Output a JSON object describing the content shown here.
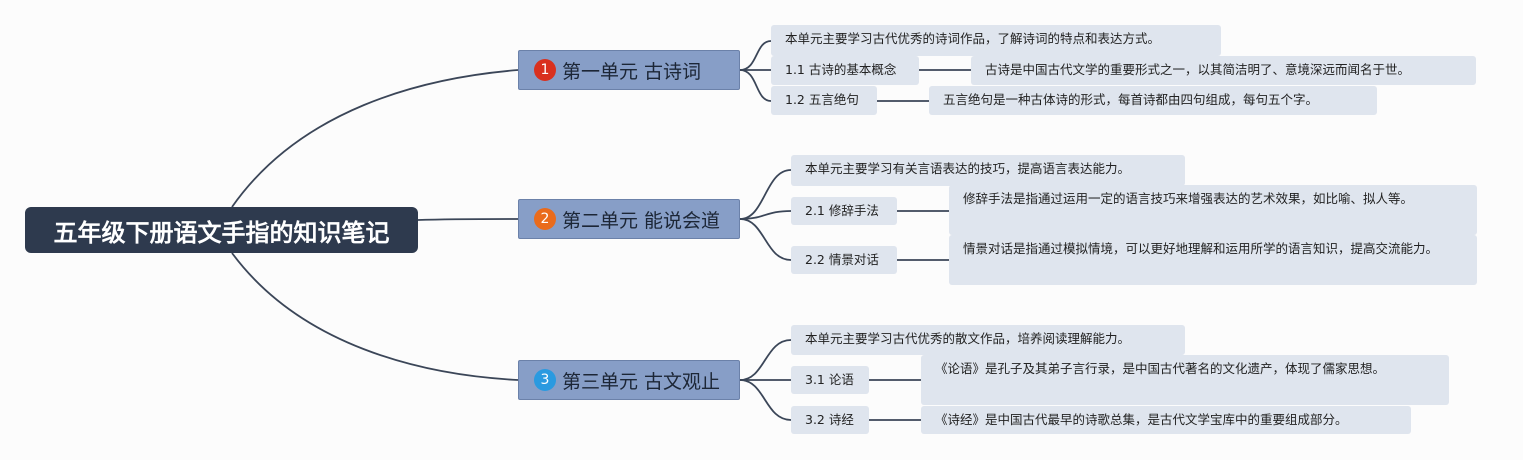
{
  "root": {
    "title": "五年级下册语文手指的知识笔记"
  },
  "colors": {
    "root_bg": "#2e3a4e",
    "unit_bg": "#879ec7",
    "leaf_bg": "#dfe5ee",
    "line": "#3b4658",
    "badge_1": "#d9301e",
    "badge_2": "#ea6b1c",
    "badge_3": "#2a9ae0"
  },
  "units": [
    {
      "badge": "1",
      "title": "第一单元 古诗词",
      "summary": "本单元主要学习古代优秀的诗词作品，了解诗词的特点和表达方式。",
      "topics": [
        {
          "label": "1.1 古诗的基本概念",
          "note": "古诗是中国古代文学的重要形式之一，以其简洁明了、意境深远而闻名于世。"
        },
        {
          "label": "1.2 五言绝句",
          "note": "五言绝句是一种古体诗的形式，每首诗都由四句组成，每句五个字。"
        }
      ]
    },
    {
      "badge": "2",
      "title": "第二单元 能说会道",
      "summary": "本单元主要学习有关言语表达的技巧，提高语言表达能力。",
      "topics": [
        {
          "label": "2.1 修辞手法",
          "note": "修辞手法是指通过运用一定的语言技巧来增强表达的艺术效果，如比喻、拟人等。"
        },
        {
          "label": "2.2 情景对话",
          "note": "情景对话是指通过模拟情境，可以更好地理解和运用所学的语言知识，提高交流能力。"
        }
      ]
    },
    {
      "badge": "3",
      "title": "第三单元 古文观止",
      "summary": "本单元主要学习古代优秀的散文作品，培养阅读理解能力。",
      "topics": [
        {
          "label": "3.1 论语",
          "note": "《论语》是孔子及其弟子言行录，是中国古代著名的文化遗产，体现了儒家思想。"
        },
        {
          "label": "3.2 诗经",
          "note": "《诗经》是中国古代最早的诗歌总集，是古代文学宝库中的重要组成部分。"
        }
      ]
    }
  ]
}
